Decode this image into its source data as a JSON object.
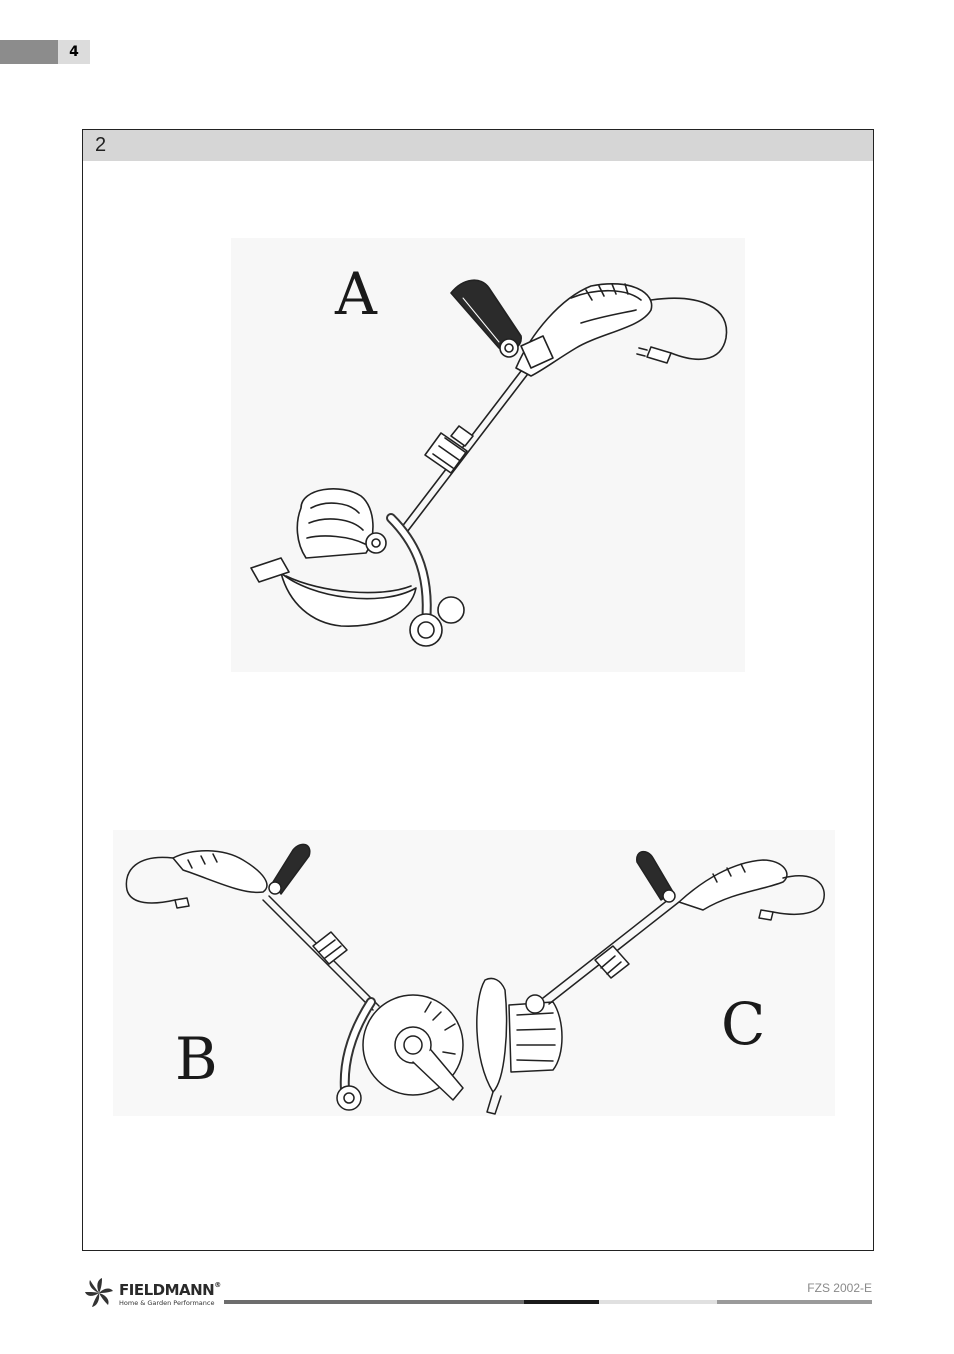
{
  "page": {
    "number": "4"
  },
  "figure": {
    "number": "2",
    "views": [
      {
        "label": "A",
        "subject": "grass-trimmer-standing-on-wheels"
      },
      {
        "label": "B",
        "subject": "grass-trimmer-edging-left"
      },
      {
        "label": "C",
        "subject": "grass-trimmer-edging-right"
      }
    ]
  },
  "footer": {
    "brand": "FIELDMANN",
    "tagline": "Home & Garden Performance",
    "model": "FZS 2002-E"
  },
  "colors": {
    "tab_dark": "#8c8c8c",
    "tab_light": "#dcdcdc",
    "header_band": "#d6d6d6",
    "footer_line_dark": "#1a1a1a",
    "footer_line_mid": "#6d6d6d",
    "footer_line_light": "#e0e0e0"
  }
}
